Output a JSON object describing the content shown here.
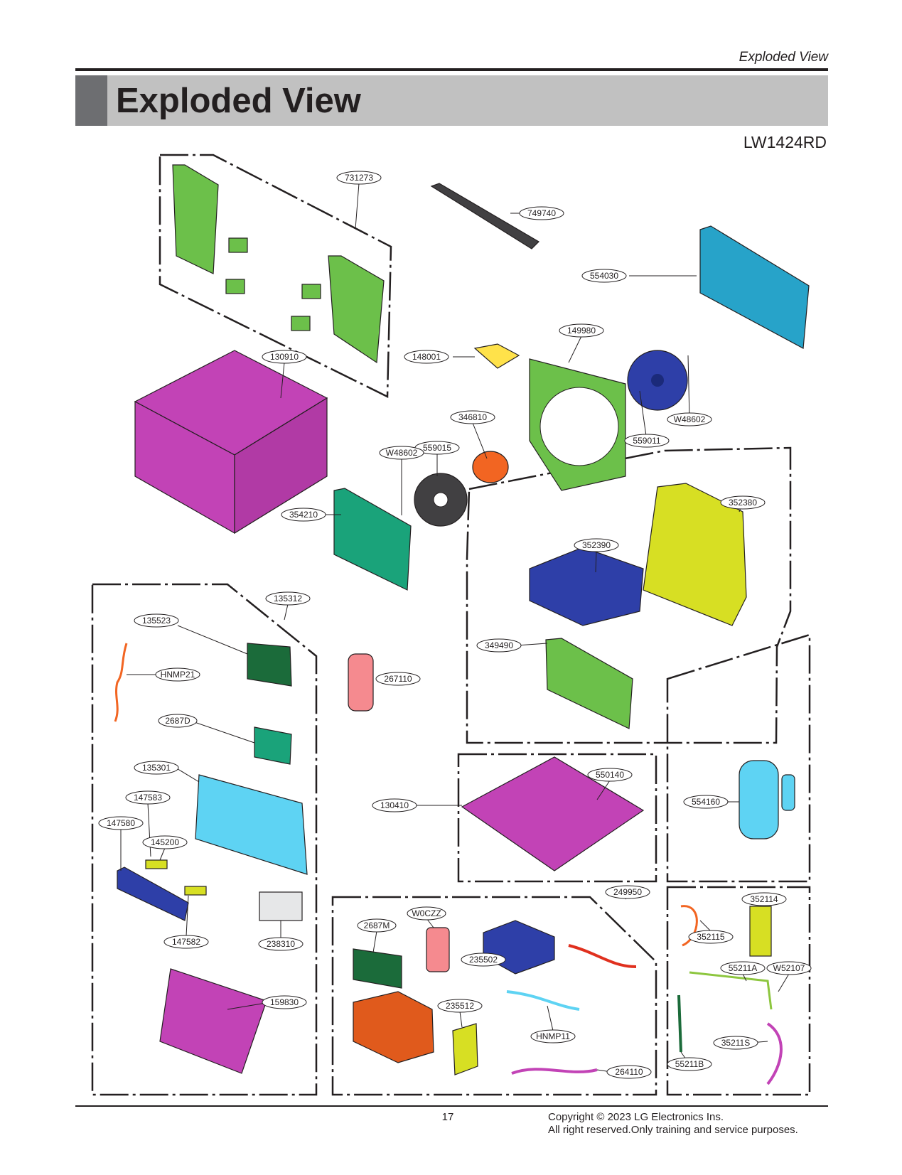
{
  "header": {
    "running_title": "Exploded View",
    "section_title": "Exploded View",
    "model": "LW1424RD"
  },
  "parts": [
    {
      "id": "731273",
      "color": "#6cc04a"
    },
    {
      "id": "749740",
      "color": "#414042"
    },
    {
      "id": "554030",
      "color": "#27a3c9"
    },
    {
      "id": "149980",
      "color": "#6cc04a"
    },
    {
      "id": "148001",
      "color": "#ffe24a"
    },
    {
      "id": "130910",
      "color": "#c243b6"
    },
    {
      "id": "W48602",
      "color": "#2e3fa8"
    },
    {
      "id": "559011",
      "color": "#2e3fa8"
    },
    {
      "id": "346810",
      "color": "#f26522"
    },
    {
      "id": "559015",
      "color": "#414042"
    },
    {
      "id": "W48602",
      "color": "#bcbec0"
    },
    {
      "id": "352380",
      "color": "#d7df23"
    },
    {
      "id": "354210",
      "color": "#1aa37a"
    },
    {
      "id": "352390",
      "color": "#2e3fa8"
    },
    {
      "id": "135312",
      "color": "#bcbec0"
    },
    {
      "id": "135523",
      "color": "#1b6b3a"
    },
    {
      "id": "349490",
      "color": "#6cc04a"
    },
    {
      "id": "HNMP21",
      "color": "#f26522"
    },
    {
      "id": "267110",
      "color": "#f58a8f"
    },
    {
      "id": "2687D",
      "color": "#1aa37a"
    },
    {
      "id": "135301",
      "color": "#5ed3f3"
    },
    {
      "id": "550140",
      "color": "#c243b6"
    },
    {
      "id": "130410",
      "color": "#c243b6"
    },
    {
      "id": "554160",
      "color": "#5ed3f3"
    },
    {
      "id": "147583",
      "color": "#d7df23"
    },
    {
      "id": "147580",
      "color": "#2e3fa8"
    },
    {
      "id": "145200",
      "color": "#d7df23"
    },
    {
      "id": "249950",
      "color": "#bcbec0"
    },
    {
      "id": "147582",
      "color": "#d7df23"
    },
    {
      "id": "238310",
      "color": "#e6e7e8"
    },
    {
      "id": "W0CZZ",
      "color": "#f58a8f"
    },
    {
      "id": "2687M",
      "color": "#1b6b3a"
    },
    {
      "id": "352114",
      "color": "#d7df23"
    },
    {
      "id": "352115",
      "color": "#f26522"
    },
    {
      "id": "235502",
      "color": "#2e3fa8"
    },
    {
      "id": "55211A",
      "color": "#8dc63f"
    },
    {
      "id": "W52107",
      "color": "#bcbec0"
    },
    {
      "id": "159830",
      "color": "#c243b6"
    },
    {
      "id": "235512",
      "color": "#d7df23"
    },
    {
      "id": "HNMP11",
      "color": "#5ed3f3"
    },
    {
      "id": "35211S",
      "color": "#c243b6"
    },
    {
      "id": "264110",
      "color": "#c243b6"
    },
    {
      "id": "55211B",
      "color": "#1b6b3a"
    }
  ],
  "footer": {
    "page_number": "17",
    "copyright_line1": "Copyright © 2023 LG Electronics Ins.",
    "copyright_line2": "All right reserved.Only training and service purposes."
  }
}
